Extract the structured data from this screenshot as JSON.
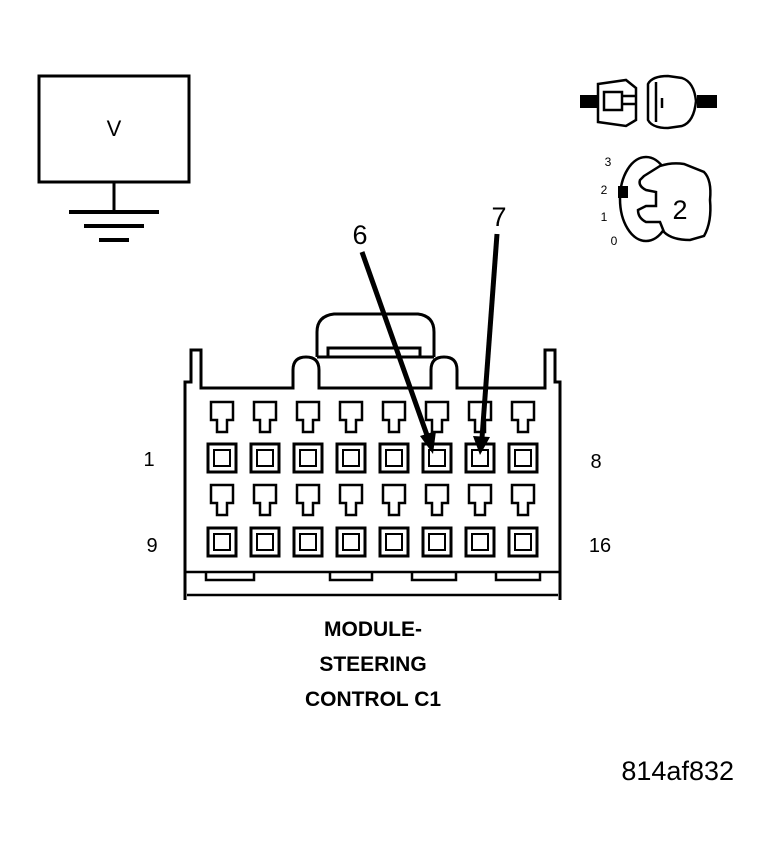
{
  "meter": {
    "label": "V"
  },
  "ignition": {
    "position_labels": [
      "3",
      "2",
      "1",
      "0"
    ],
    "selected_label": "2"
  },
  "connector": {
    "title_lines": [
      "MODULE-",
      "STEERING",
      "CONTROL C1"
    ],
    "row1_start": "1",
    "row1_end": "8",
    "row2_start": "9",
    "row2_end": "16",
    "pins_per_row": 8
  },
  "callouts": {
    "pin_a": "6",
    "pin_b": "7"
  },
  "figure_id": "814af832"
}
